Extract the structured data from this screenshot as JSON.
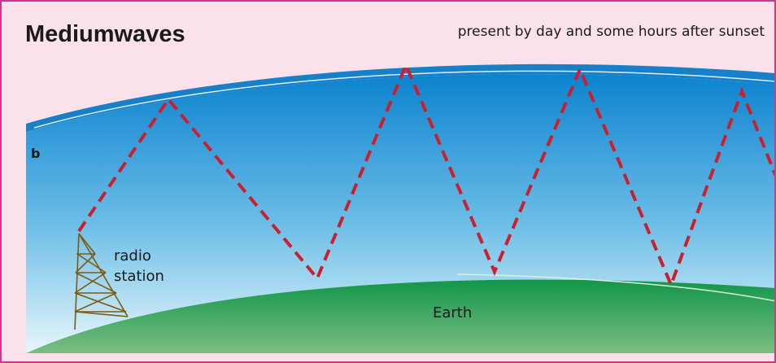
{
  "figure": {
    "title": "Mediumwaves",
    "subtitle": "present by day and some hours after sunset",
    "panel_label": "b",
    "tower_label_line1": "radio",
    "tower_label_line2": "station",
    "ground_label": "Earth"
  },
  "colors": {
    "frame_border": "#d6338a",
    "background": "#fbe1ea",
    "ionosphere_band": "#1780c8",
    "sky_top": "#0b83cf",
    "sky_bottom": "#e6f6fb",
    "earth_top": "#1a9a4a",
    "earth_bottom": "#74bb7e",
    "wave_path": "#cc1f2e",
    "tower": "#7a5c14"
  },
  "icons": {
    "tower": "radio-tower-icon"
  }
}
